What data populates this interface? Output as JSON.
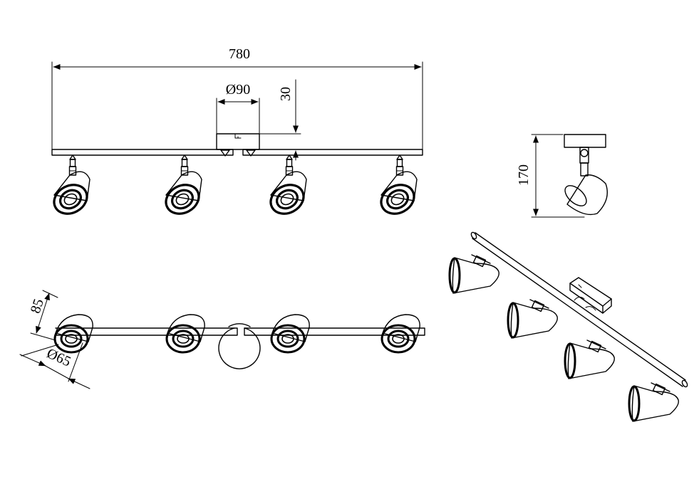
{
  "colors": {
    "line": "#000000",
    "background": "#ffffff"
  },
  "dimensions": {
    "overall_length": "780",
    "base_diameter": "Ø90",
    "base_height": "30",
    "total_height": "170",
    "head_depth": "85",
    "head_diameter": "Ø65"
  }
}
